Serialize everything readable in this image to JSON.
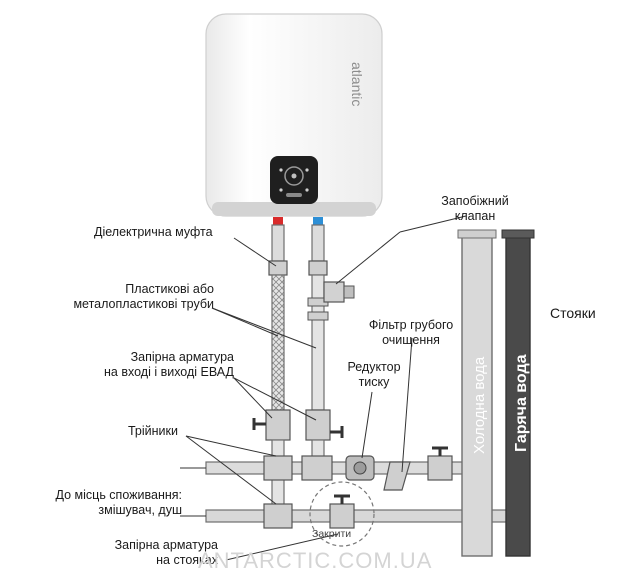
{
  "brand": "atlantic",
  "labels": {
    "dielectric": "Діелектрична муфта",
    "pipes_line1": "Пластикові або",
    "pipes_line2": "металопластикові труби",
    "shutoff_line1": "Запірна арматура",
    "shutoff_line2": "на вході і виході ЕВАД",
    "tees": "Трійники",
    "consumers_line1": "До місць споживання:",
    "consumers_line2": "змішувач, душ",
    "riser_shutoff_line1": "Запірна арматура",
    "riser_shutoff_line2": "на стояках",
    "safety_line1": "Запобіжний",
    "safety_line2": "клапан",
    "filter_line1": "Фільтр грубого",
    "filter_line2": "очищення",
    "reducer_line1": "Редуктор",
    "reducer_line2": "тиску",
    "risers": "Стояки",
    "cold_water": "Холодна вода",
    "hot_water": "Гаряча вода",
    "closed": "Закрити"
  },
  "watermark": "ANTARCTIC.COM.UA",
  "colors": {
    "pipe_fill": "#d9d9d9",
    "pipe_stroke": "#6e6e6e",
    "hot_marker": "#d92b2b",
    "cold_marker": "#2d8fd6",
    "dark_pipe": "#444444",
    "leader": "#333333"
  }
}
